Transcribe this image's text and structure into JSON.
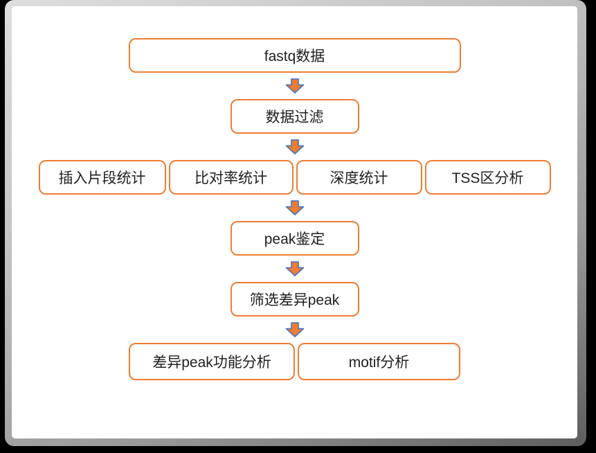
{
  "diagram": {
    "type": "flowchart",
    "direction": "top-down",
    "nodes": {
      "fastq_data": "fastq数据",
      "data_filter": "数据过滤",
      "insert_fragment_stats": "插入片段统计",
      "alignment_rate_stats": "比对率统计",
      "depth_stats": "深度统计",
      "tss_region_analysis": "TSS区分析",
      "peak_identification": "peak鉴定",
      "filter_differential_peak": "筛选差异peak",
      "differential_peak_function_analysis": "差异peak功能分析",
      "motif_analysis": "motif分析"
    },
    "edges": [
      [
        "fastq_data",
        "data_filter"
      ],
      [
        "data_filter",
        "stats_row"
      ],
      [
        "stats_row",
        "peak_identification"
      ],
      [
        "peak_identification",
        "filter_differential_peak"
      ],
      [
        "filter_differential_peak",
        "bottom_row"
      ]
    ],
    "colors": {
      "box_border": "#ED7D31",
      "box_fill": "#FFFFFF",
      "arrow_fill": "#ED7D31",
      "arrow_outline": "#4472C4",
      "text": "#1F1F1F"
    }
  }
}
